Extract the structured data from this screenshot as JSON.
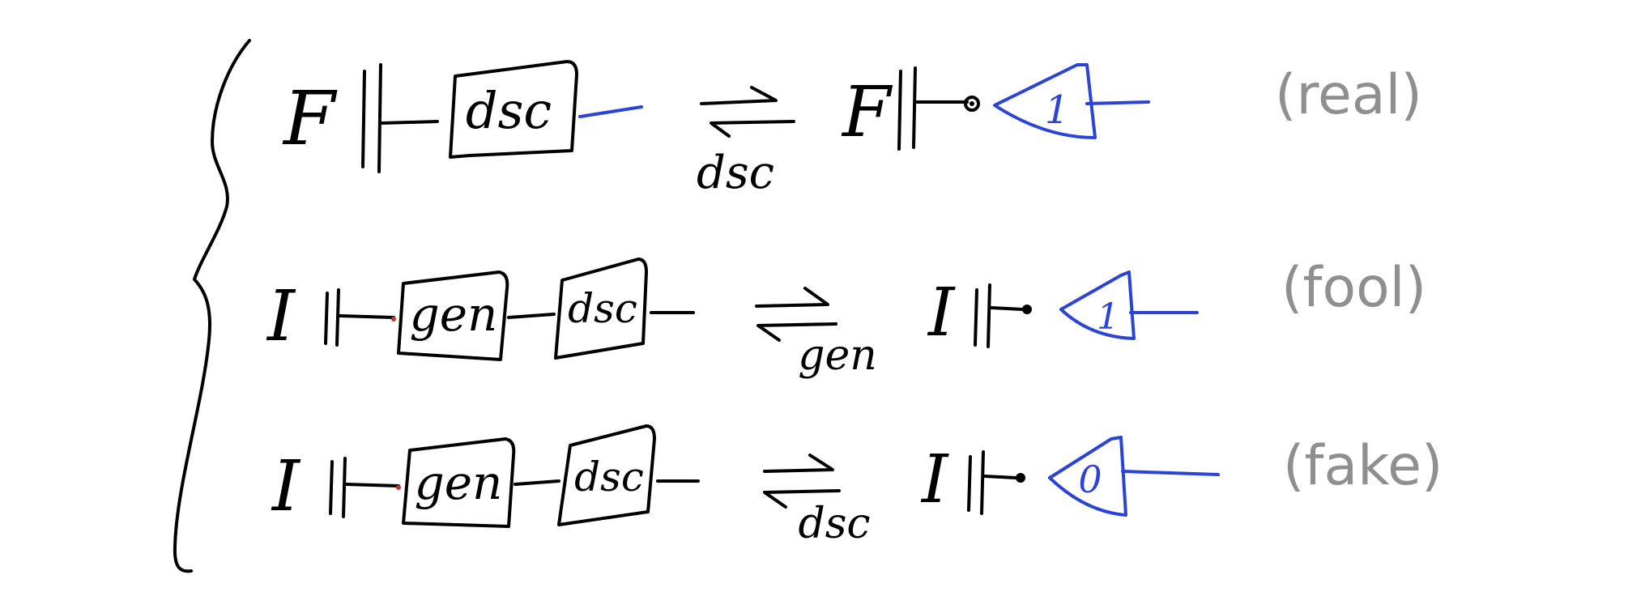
{
  "colors": {
    "ink": "#000000",
    "wire": "#2b44d6",
    "note": "#8f8f8f",
    "accent": "#c0392b"
  },
  "rows": [
    {
      "input": "F",
      "boxes": [
        "dsc"
      ],
      "arrow_label": "dsc",
      "target_input": "F",
      "triangle_value": "1",
      "note": "(real)"
    },
    {
      "input": "I",
      "boxes": [
        "gen",
        "dsc"
      ],
      "arrow_label": "gen",
      "target_input": "I",
      "triangle_value": "1",
      "note": "(fool)"
    },
    {
      "input": "I",
      "boxes": [
        "gen",
        "dsc"
      ],
      "arrow_label": "dsc",
      "target_input": "I",
      "triangle_value": "0",
      "note": "(fake)"
    }
  ]
}
